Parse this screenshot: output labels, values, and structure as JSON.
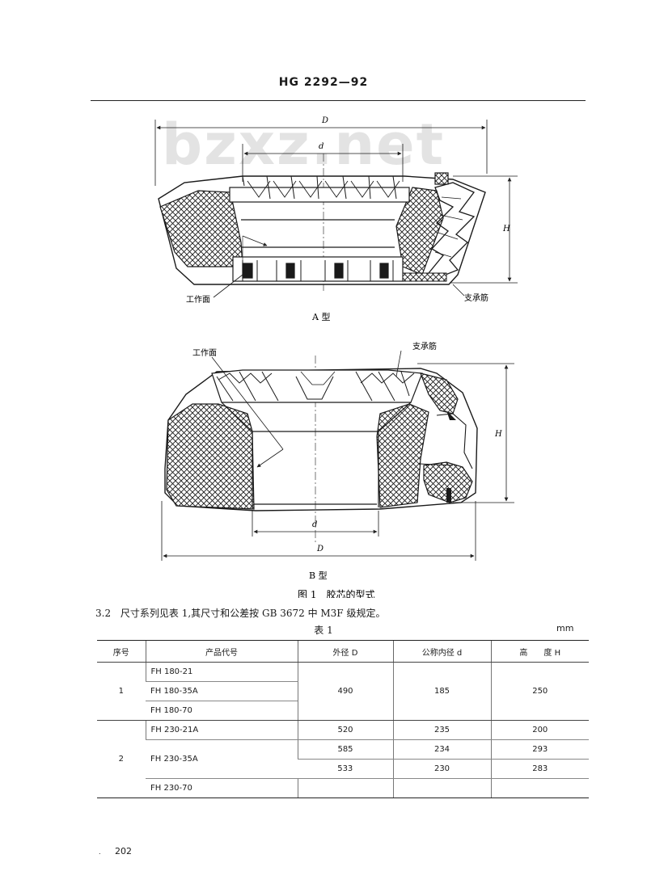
{
  "header": {
    "standard_number": "HG 2292—92"
  },
  "watermark": "bzxz.net",
  "figure": {
    "type_a": {
      "dim_D": "D",
      "dim_d": "d",
      "dim_H": "H",
      "label_work_face": "工作面",
      "label_support_rib": "支承筋",
      "caption": "A 型"
    },
    "type_b": {
      "dim_D": "D",
      "dim_d": "d",
      "dim_H": "H",
      "label_work_face": "工作面",
      "label_support_rib": "支承筋",
      "caption": "B 型"
    },
    "caption": "图 1　胶芯的型式"
  },
  "body_text": {
    "section_number": "3.2",
    "paragraph": "尺寸系列见表 1,其尺寸和公差按 GB 3672 中 M3F 级规定。"
  },
  "table": {
    "caption": "表 1",
    "unit": "mm",
    "headers": [
      "序号",
      "产品代号",
      "外径 D",
      "公称内径 d",
      "高　　度 H"
    ],
    "groups": [
      {
        "no": "1",
        "codes": [
          "FH 180-21",
          "FH 180-35A",
          "FH 180-70"
        ],
        "outer_diameter": "490",
        "inner_diameter": "185",
        "height": "250"
      },
      {
        "no": "2",
        "codes": [
          "FH 230-21A",
          "FH 230-35A",
          "FH 230-70"
        ],
        "values": [
          {
            "outer_diameter": "520",
            "inner_diameter": "235",
            "height": "200"
          },
          {
            "outer_diameter": "585",
            "inner_diameter": "234",
            "height": "293"
          },
          {
            "outer_diameter": "533",
            "inner_diameter": "230",
            "height": "283"
          }
        ]
      }
    ]
  },
  "footer": {
    "page_number": "202",
    "mark": "."
  }
}
